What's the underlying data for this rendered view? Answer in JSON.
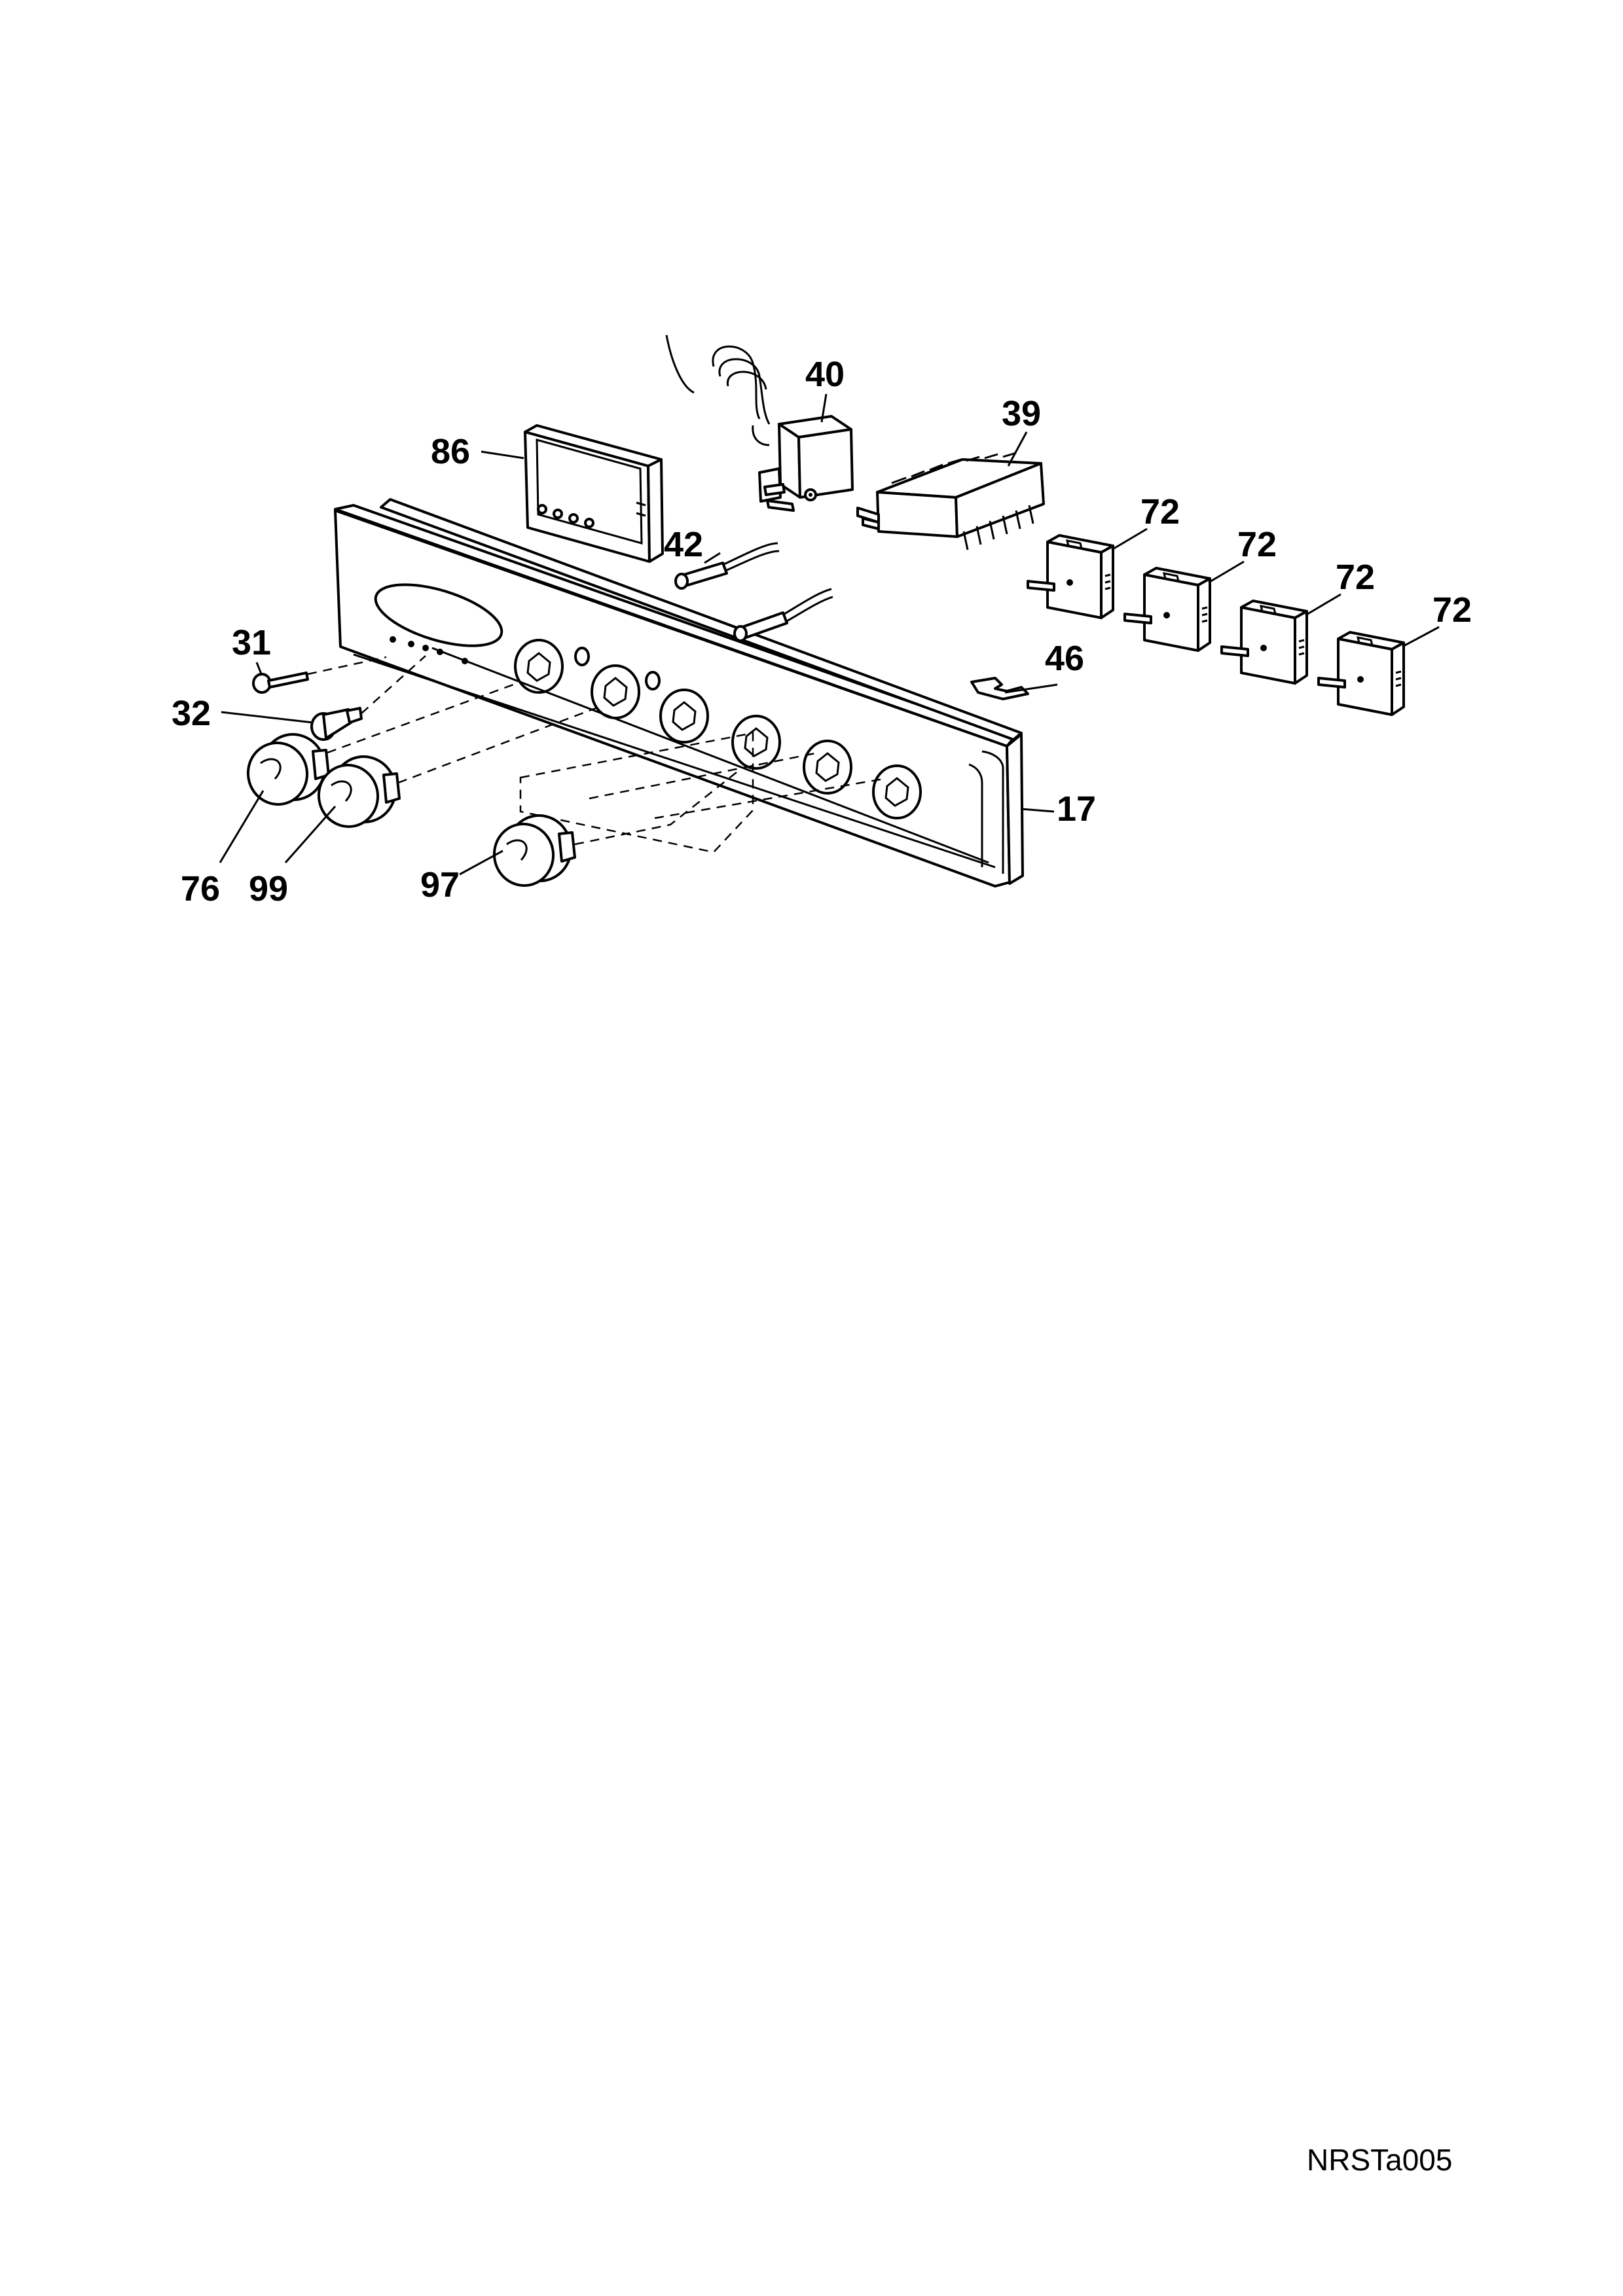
{
  "diagram": {
    "labels": {
      "p17": "17",
      "p31": "31",
      "p32": "32",
      "p39": "39",
      "p40": "40",
      "p42": "42",
      "p46": "46",
      "p72a": "72",
      "p72b": "72",
      "p72c": "72",
      "p72d": "72",
      "p76": "76",
      "p86": "86",
      "p97": "97",
      "p99": "99"
    },
    "reference": "NRSTa005"
  }
}
